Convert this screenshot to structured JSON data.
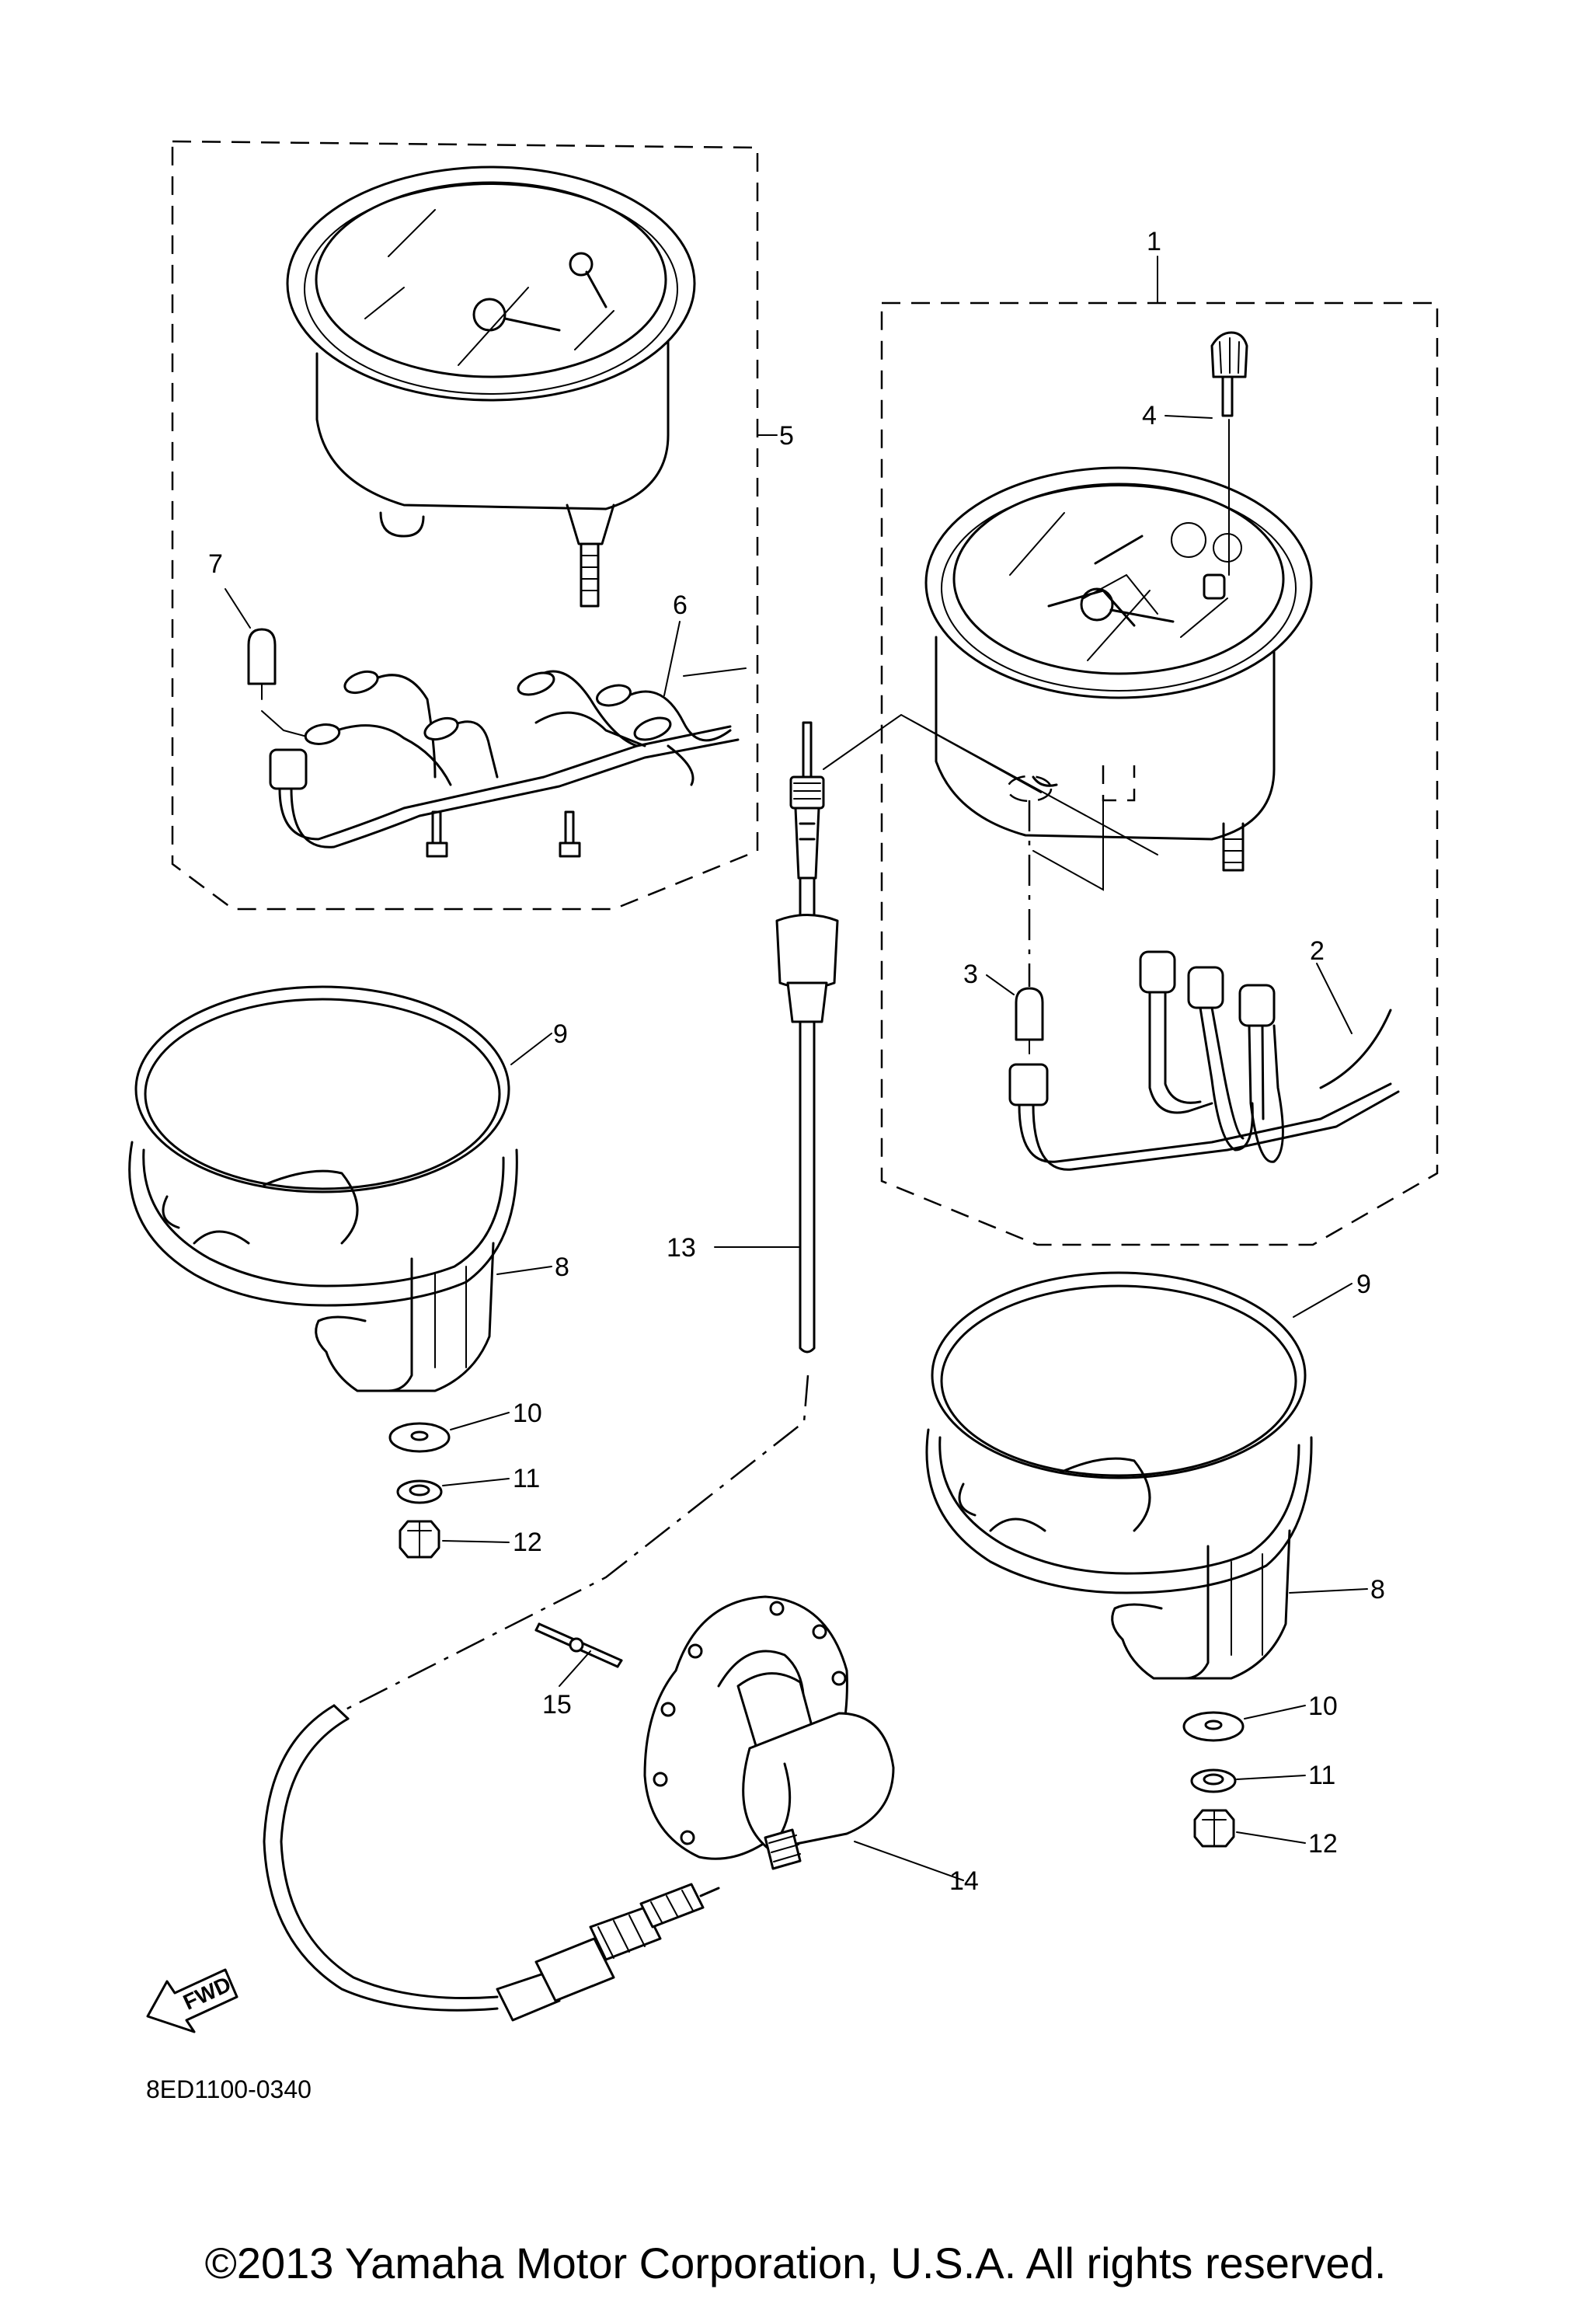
{
  "diagram": {
    "callouts": {
      "c1": "1",
      "c2": "2",
      "c3": "3",
      "c4": "4",
      "c5": "5",
      "c6": "6",
      "c7": "7",
      "c8a": "8",
      "c8b": "8",
      "c9a": "9",
      "c9b": "9",
      "c10a": "10",
      "c10b": "10",
      "c11a": "11",
      "c11b": "11",
      "c12a": "12",
      "c12b": "12",
      "c13": "13",
      "c14": "14",
      "c15": "15"
    },
    "fwd_label": "FWD",
    "diagram_code": "8ED1100-0340"
  },
  "footer": {
    "copyright": "©2013 Yamaha Motor Corporation, U.S.A. All rights reserved."
  }
}
